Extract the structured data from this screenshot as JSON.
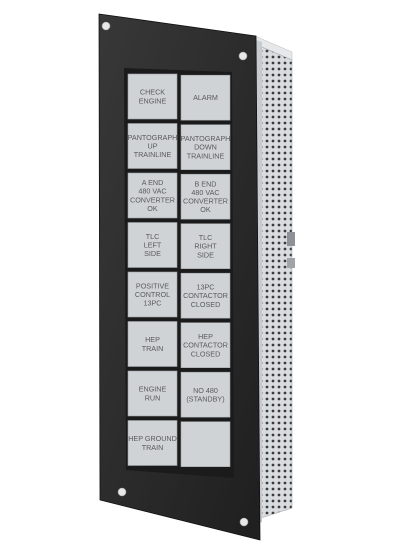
{
  "colors": {
    "faceplate": "#2a2a2a",
    "bezel": "#1b1b1b",
    "tile": "#cfd3d6",
    "tile_text": "#5a5a5a",
    "housing": "#d9dcdf",
    "housing_holes": "#3b3b3b"
  },
  "panel": {
    "tiles": [
      {
        "lines": [
          "CHECK",
          "ENGINE"
        ]
      },
      {
        "lines": [
          "ALARM"
        ]
      },
      {
        "lines": [
          "PANTOGRAPH",
          "UP",
          "TRAINLINE"
        ]
      },
      {
        "lines": [
          "PANTOGRAPH",
          "DOWN",
          "TRAINLINE"
        ]
      },
      {
        "lines": [
          "A END",
          "480 VAC",
          "CONVERTER",
          "OK"
        ]
      },
      {
        "lines": [
          "B END",
          "480 VAC",
          "CONVERTER",
          "OK"
        ]
      },
      {
        "lines": [
          "TLC",
          "LEFT",
          "SIDE"
        ]
      },
      {
        "lines": [
          "TLC",
          "RIGHT",
          "SIDE"
        ]
      },
      {
        "lines": [
          "POSITIVE",
          "CONTROL",
          "13PC"
        ]
      },
      {
        "lines": [
          "13PC",
          "CONTACTOR",
          "CLOSED"
        ]
      },
      {
        "lines": [
          "HEP",
          "TRAIN"
        ]
      },
      {
        "lines": [
          "HEP",
          "CONTACTOR",
          "CLOSED"
        ]
      },
      {
        "lines": [
          "ENGINE",
          "RUN"
        ]
      },
      {
        "lines": [
          "NO 480",
          "(STANDBY)"
        ]
      },
      {
        "lines": [
          "HEP GROUND",
          "TRAIN"
        ]
      },
      {
        "lines": []
      }
    ]
  }
}
